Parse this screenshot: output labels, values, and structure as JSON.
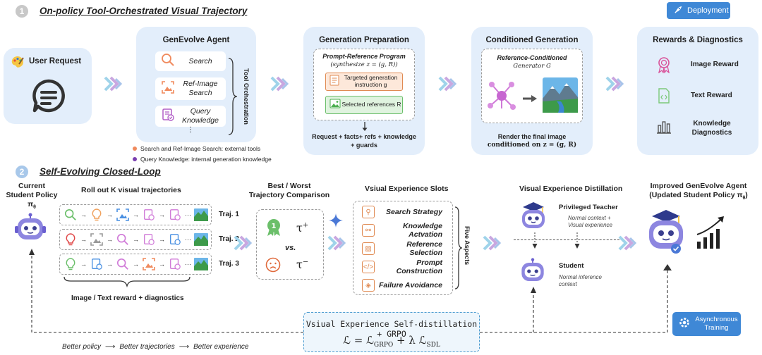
{
  "section1": {
    "number": "1",
    "title": "On-policy Tool-Orchestrated Visual Trajectory"
  },
  "deployment": {
    "label": "Deployment"
  },
  "user_request": {
    "title": "User Request"
  },
  "genevolve": {
    "title": "GenEvolve Agent",
    "tools": [
      "Search",
      "Ref-Image Search",
      "Query Knowledge"
    ],
    "ellipsis": "⋮",
    "side_label": "Tool Orchestration",
    "legend": [
      {
        "text": "Search and Ref-Image Search: external tools",
        "color": "#f08a5d"
      },
      {
        "text": "Query Knowledge: internal generation knowledge",
        "color": "#7a3fb0"
      }
    ]
  },
  "generation_prep": {
    "title": "Generation Preparation",
    "program_title": "Prompt-Reference Program",
    "program_sub": "(synthesize z = (g, R))",
    "item1": "Targeted generation instruction g",
    "item2": "Selected references R",
    "footer": "Request + facts+ refs + knowledge + guards"
  },
  "conditioned_gen": {
    "title": "Conditioned Generation",
    "inner_title": "Reference-Conditioned",
    "inner_sub": "Generator G",
    "footer_line1": "Render the final image",
    "footer_line2": "conditioned on z = (g, R)"
  },
  "rewards": {
    "title": "Rewards & Diagnostics",
    "items": [
      "Image Reward",
      "Text Reward",
      "Knowledge Diagnostics"
    ]
  },
  "section2": {
    "number": "2",
    "title": "Self-Evolving Closed-Loop"
  },
  "student_policy": {
    "line1": "Current",
    "line2": "Student Policy π",
    "sub": "θ"
  },
  "rollout": {
    "title": "Roll out K visual trajectories",
    "trajs": [
      "Traj. 1",
      "Traj. 2",
      "Traj. 3"
    ],
    "footer": "Image / Text reward + diagnostics"
  },
  "comparison": {
    "title_line1": "Best / Worst",
    "title_line2": "Trajectory Comparison",
    "tau_plus": "τ",
    "plus": "+",
    "vs": "vs.",
    "tau_minus": "τ",
    "minus": "−"
  },
  "slots": {
    "title": "Vsiual Experience Slots",
    "items": [
      "Search Strategy",
      "Knowledge Actvation",
      "Reference Selection",
      "Prompt Construction",
      "Failure Avoidance"
    ],
    "side_label": "Five Aspects"
  },
  "distillation": {
    "title": "Visual Experience Distillation",
    "teacher": "Privileged Teacher",
    "teacher_ctx": "Normal context + Visual experience",
    "student": "Student",
    "student_ctx": "Normal inference context"
  },
  "improved": {
    "line1": "Improved GenEvolve Agent",
    "line2": "(Updated Student Policy π",
    "sub": "θ",
    "close": ")"
  },
  "objective": {
    "title": "Vsiual Experience Self-distillation + GRPO",
    "formula": "ℒ = ℒ",
    "grpo": "GRPO",
    "plus_lambda": " + λ ℒ",
    "sdl": "SDL"
  },
  "async": {
    "label": "Asynchronous Training"
  },
  "bottom_flow": [
    "Better policy",
    "Better trajectories",
    "Better experience"
  ]
}
